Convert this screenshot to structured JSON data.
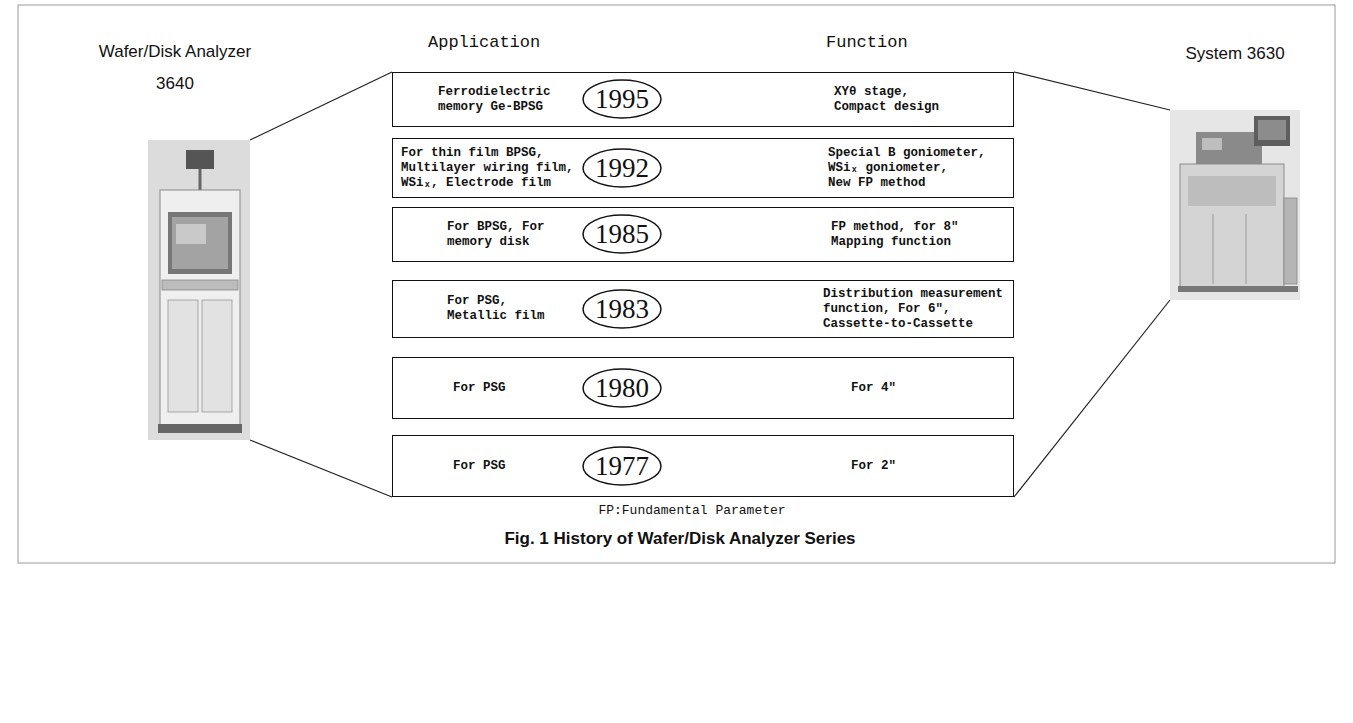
{
  "diagram": {
    "caption": "Fig. 1 History of Wafer/Disk Analyzer Series",
    "nodes": [
      {
        "text": [
          "Wafer/Disk Analyzer 3640"
        ]
      },
      {
        "text": [
          "System 3630"
        ]
      },
      {
        "text": [
          "Ferrodielectric memory Ge-BPSG",
          "XYθ stage, Compact design"
        ]
      },
      {
        "text": [
          "1995"
        ],
        "in": 2
      },
      {
        "text": [
          "For thin film BPSG, Multilayer wiring film, WSiₓ, Electrode film",
          "Special B goniometer, WSiₓ goniometer, New FP method"
        ]
      },
      {
        "text": [
          "1992"
        ],
        "in": 4
      },
      {
        "text": [
          "For BPSG, For memory disk",
          "FP method, for 8″ Mapping function"
        ]
      },
      {
        "text": [
          "1985"
        ],
        "in": 6
      },
      {
        "text": [
          "For PSG, Metallic film",
          "Distribution measurement function, For 6″, Cassette-to-Cassette"
        ]
      },
      {
        "text": [
          "1983"
        ],
        "in": 8
      },
      {
        "text": [
          "For PSG",
          "For 4″"
        ]
      },
      {
        "text": [
          "1980"
        ],
        "in": 10
      },
      {
        "text": [
          "For PSG",
          "For 2″"
        ]
      },
      {
        "text": [
          "1977"
        ],
        "in": 12
      }
    ],
    "edges": [
      {
        "from": 0,
        "to": 2,
        "arrow": "none"
      },
      {
        "from": 0,
        "to": 12,
        "arrow": "none"
      },
      {
        "from": 2,
        "to": 1,
        "arrow": "none"
      },
      {
        "from": 12,
        "to": 1,
        "arrow": "none"
      }
    ],
    "labels": [
      "Application",
      "Function",
      "FP:Fundamental Parameter"
    ]
  }
}
